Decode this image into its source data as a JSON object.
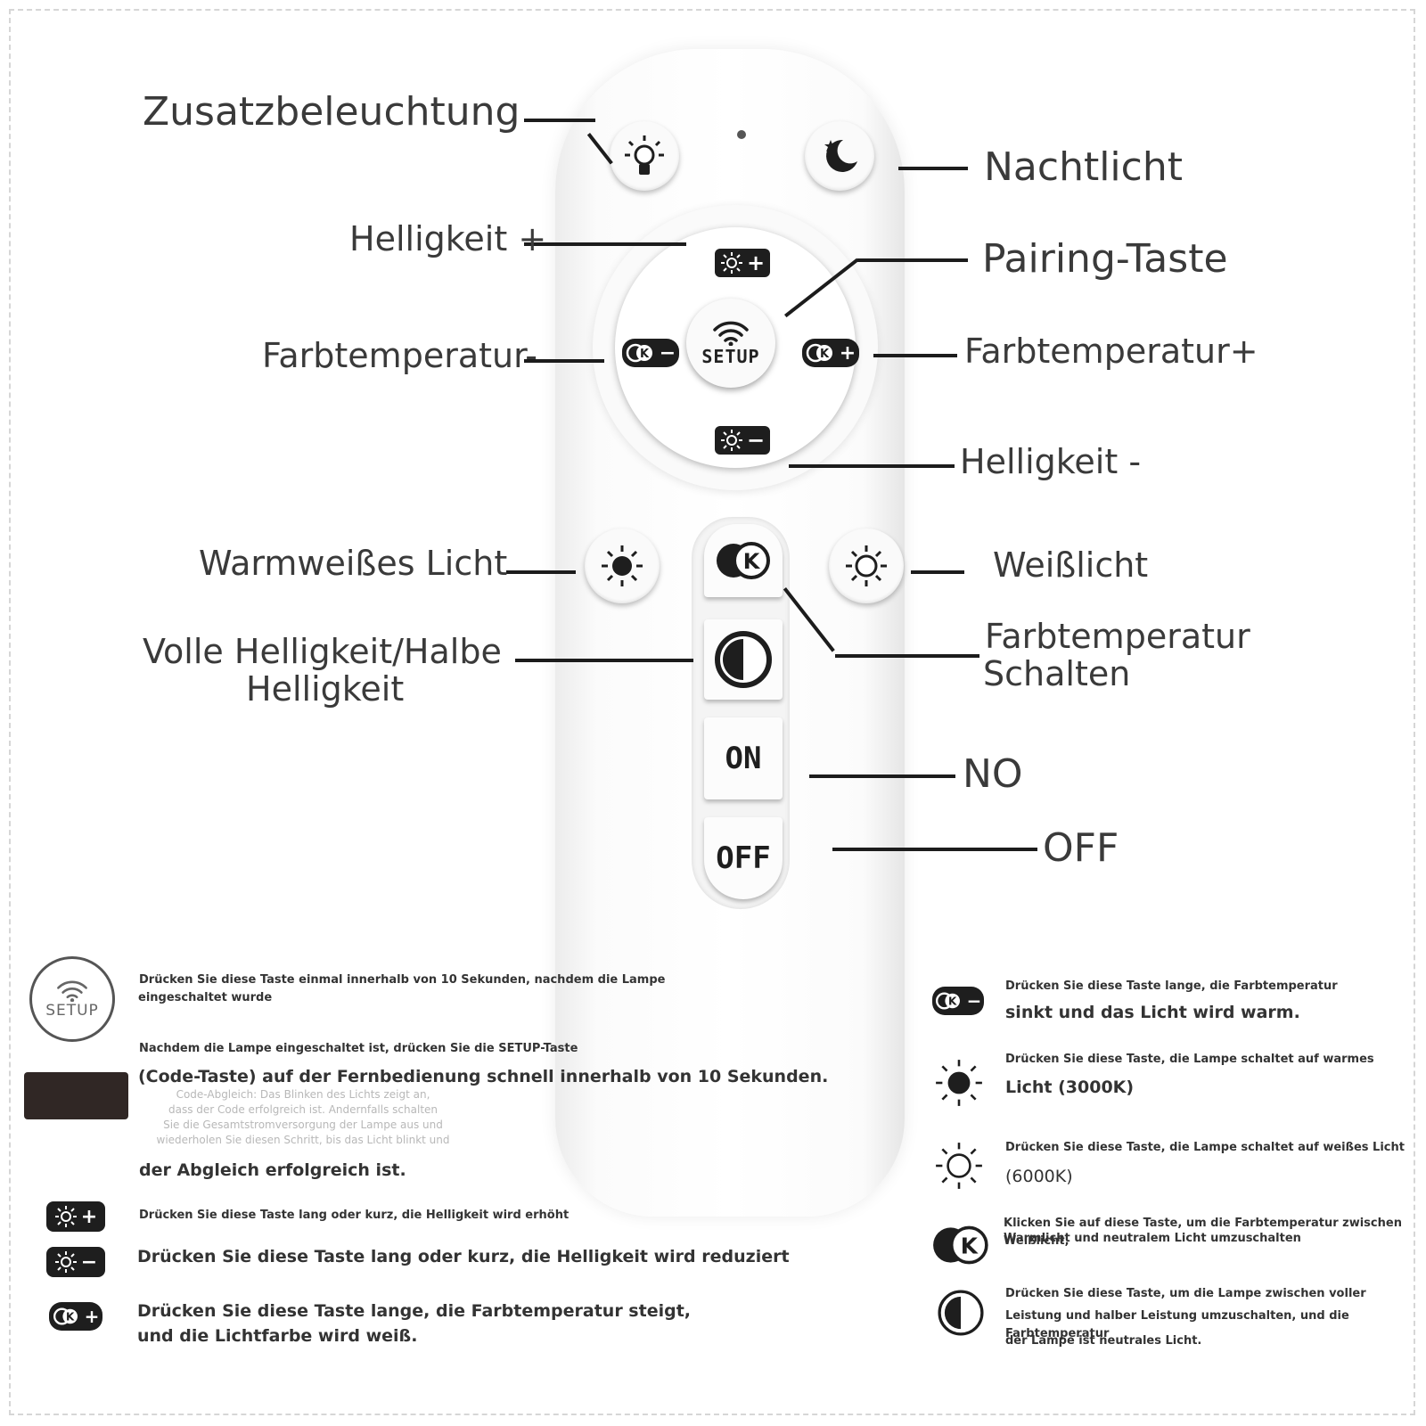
{
  "callouts": {
    "zusatz": "Zusatzbeleuchtung",
    "nachtlicht": "Nachtlicht",
    "helligkeit_plus": "Helligkeit +",
    "pairing": "Pairing-Taste",
    "farbtemp_minus": "Farbtemperatur-",
    "farbtemp_plus": "Farbtemperatur+",
    "helligkeit_minus": "Helligkeit -",
    "warmweiss": "Warmweißes Licht",
    "weisslicht": "Weißlicht",
    "volle_line1": "Volle Helligkeit/Halbe",
    "volle_line2": "Helligkeit",
    "farbtemp_schalten_line1": "Farbtemperatur",
    "farbtemp_schalten_line2": "Schalten",
    "no": "NO",
    "off": "OFF"
  },
  "remote": {
    "setup_label": "SETUP",
    "k_letter": "K",
    "on_label": "ON",
    "off_label": "OFF",
    "plus": "+",
    "minus": "−"
  },
  "legend_left": {
    "setup_icon_text": "SETUP",
    "setup_line1": "Drücken Sie diese Taste einmal innerhalb von 10 Sekunden, nachdem die Lampe",
    "setup_line2": "eingeschaltet wurde",
    "code_line1": "Nachdem die Lampe eingeschaltet ist, drücken Sie die SETUP-Taste",
    "code_line2": "(Code-Taste) auf der Fernbedienung schnell innerhalb von 10 Sekunden.",
    "faint_1": "Code-Abgleich: Das Blinken des Lichts zeigt an,",
    "faint_2": "dass der Code erfolgreich ist. Andernfalls schalten",
    "faint_3": "Sie die Gesamtstromversorgung der Lampe aus und",
    "faint_4": "wiederholen Sie diesen Schritt, bis das Licht blinkt und",
    "code_line3": "der Abgleich erfolgreich ist.",
    "bright_up": "Drücken Sie diese Taste lang oder kurz, die Helligkeit wird erhöht",
    "bright_down": "Drücken Sie diese Taste lang oder kurz, die Helligkeit wird reduziert",
    "temp_up_line1": "Drücken Sie diese Taste lange, die Farbtemperatur steigt,",
    "temp_up_line2": "und die Lichtfarbe wird weiß."
  },
  "legend_right": {
    "temp_down_line1": "Drücken Sie diese Taste lange, die Farbtemperatur",
    "temp_down_line2": "sinkt und das Licht wird warm.",
    "warm_line1": "Drücken Sie diese Taste, die Lampe schaltet auf warmes",
    "warm_line2": "Licht (3000K)",
    "white_line1": "Drücken Sie diese Taste, die Lampe schaltet auf weißes Licht",
    "white_line2": "(6000K)",
    "k_line1": "Klicken Sie auf diese Taste, um die Farbtemperatur zwischen Weißlicht,",
    "k_line2": "Warmlicht und neutralem Licht umzuschalten",
    "half_line1": "Drücken Sie diese Taste, um die Lampe zwischen voller",
    "half_line2": "Leistung und halber Leistung umzuschalten, und die Farbtemperatur",
    "half_line3": "der Lampe ist neutrales Licht."
  },
  "colors": {
    "text": "#3a3a3a",
    "icon": "#1e1e1e",
    "faint": "#b8b8b8",
    "frame": "#d6d6d6"
  }
}
